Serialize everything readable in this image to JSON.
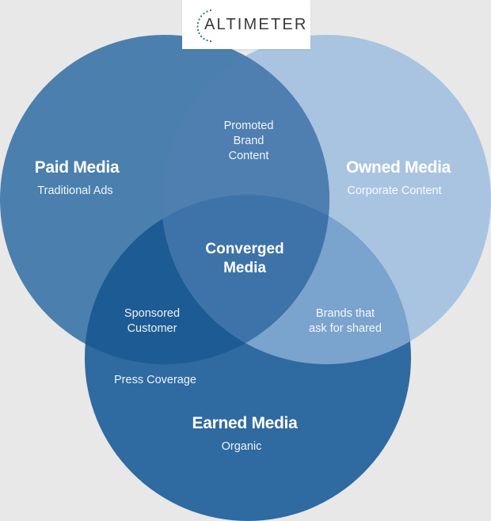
{
  "logo": {
    "brand": "ALTIMETER"
  },
  "colors": {
    "background": "#e8e8e8",
    "paid": "#4b7fae",
    "owned": "#a9c4e1",
    "earned": "#2f6aa1",
    "paid_owned": "#4f7fb0",
    "paid_earned": "#1d5b94",
    "owned_earned": "#7aa3cd",
    "center": "#3d73a8"
  },
  "circles": {
    "paid": {
      "title": "Paid Media",
      "subtitle": "Traditional Ads"
    },
    "owned": {
      "title": "Owned Media",
      "subtitle": "Corporate Content"
    },
    "earned": {
      "title": "Earned Media",
      "subtitle": "Organic"
    }
  },
  "overlaps": {
    "paid_owned": [
      "Promoted",
      "Brand",
      "Content"
    ],
    "paid_earned": [
      "Sponsored",
      "Customer"
    ],
    "owned_earned": [
      "Brands that",
      "ask for shared"
    ],
    "center": [
      "Converged",
      "Media"
    ]
  },
  "extra": {
    "earned_note": "Press Coverage"
  }
}
